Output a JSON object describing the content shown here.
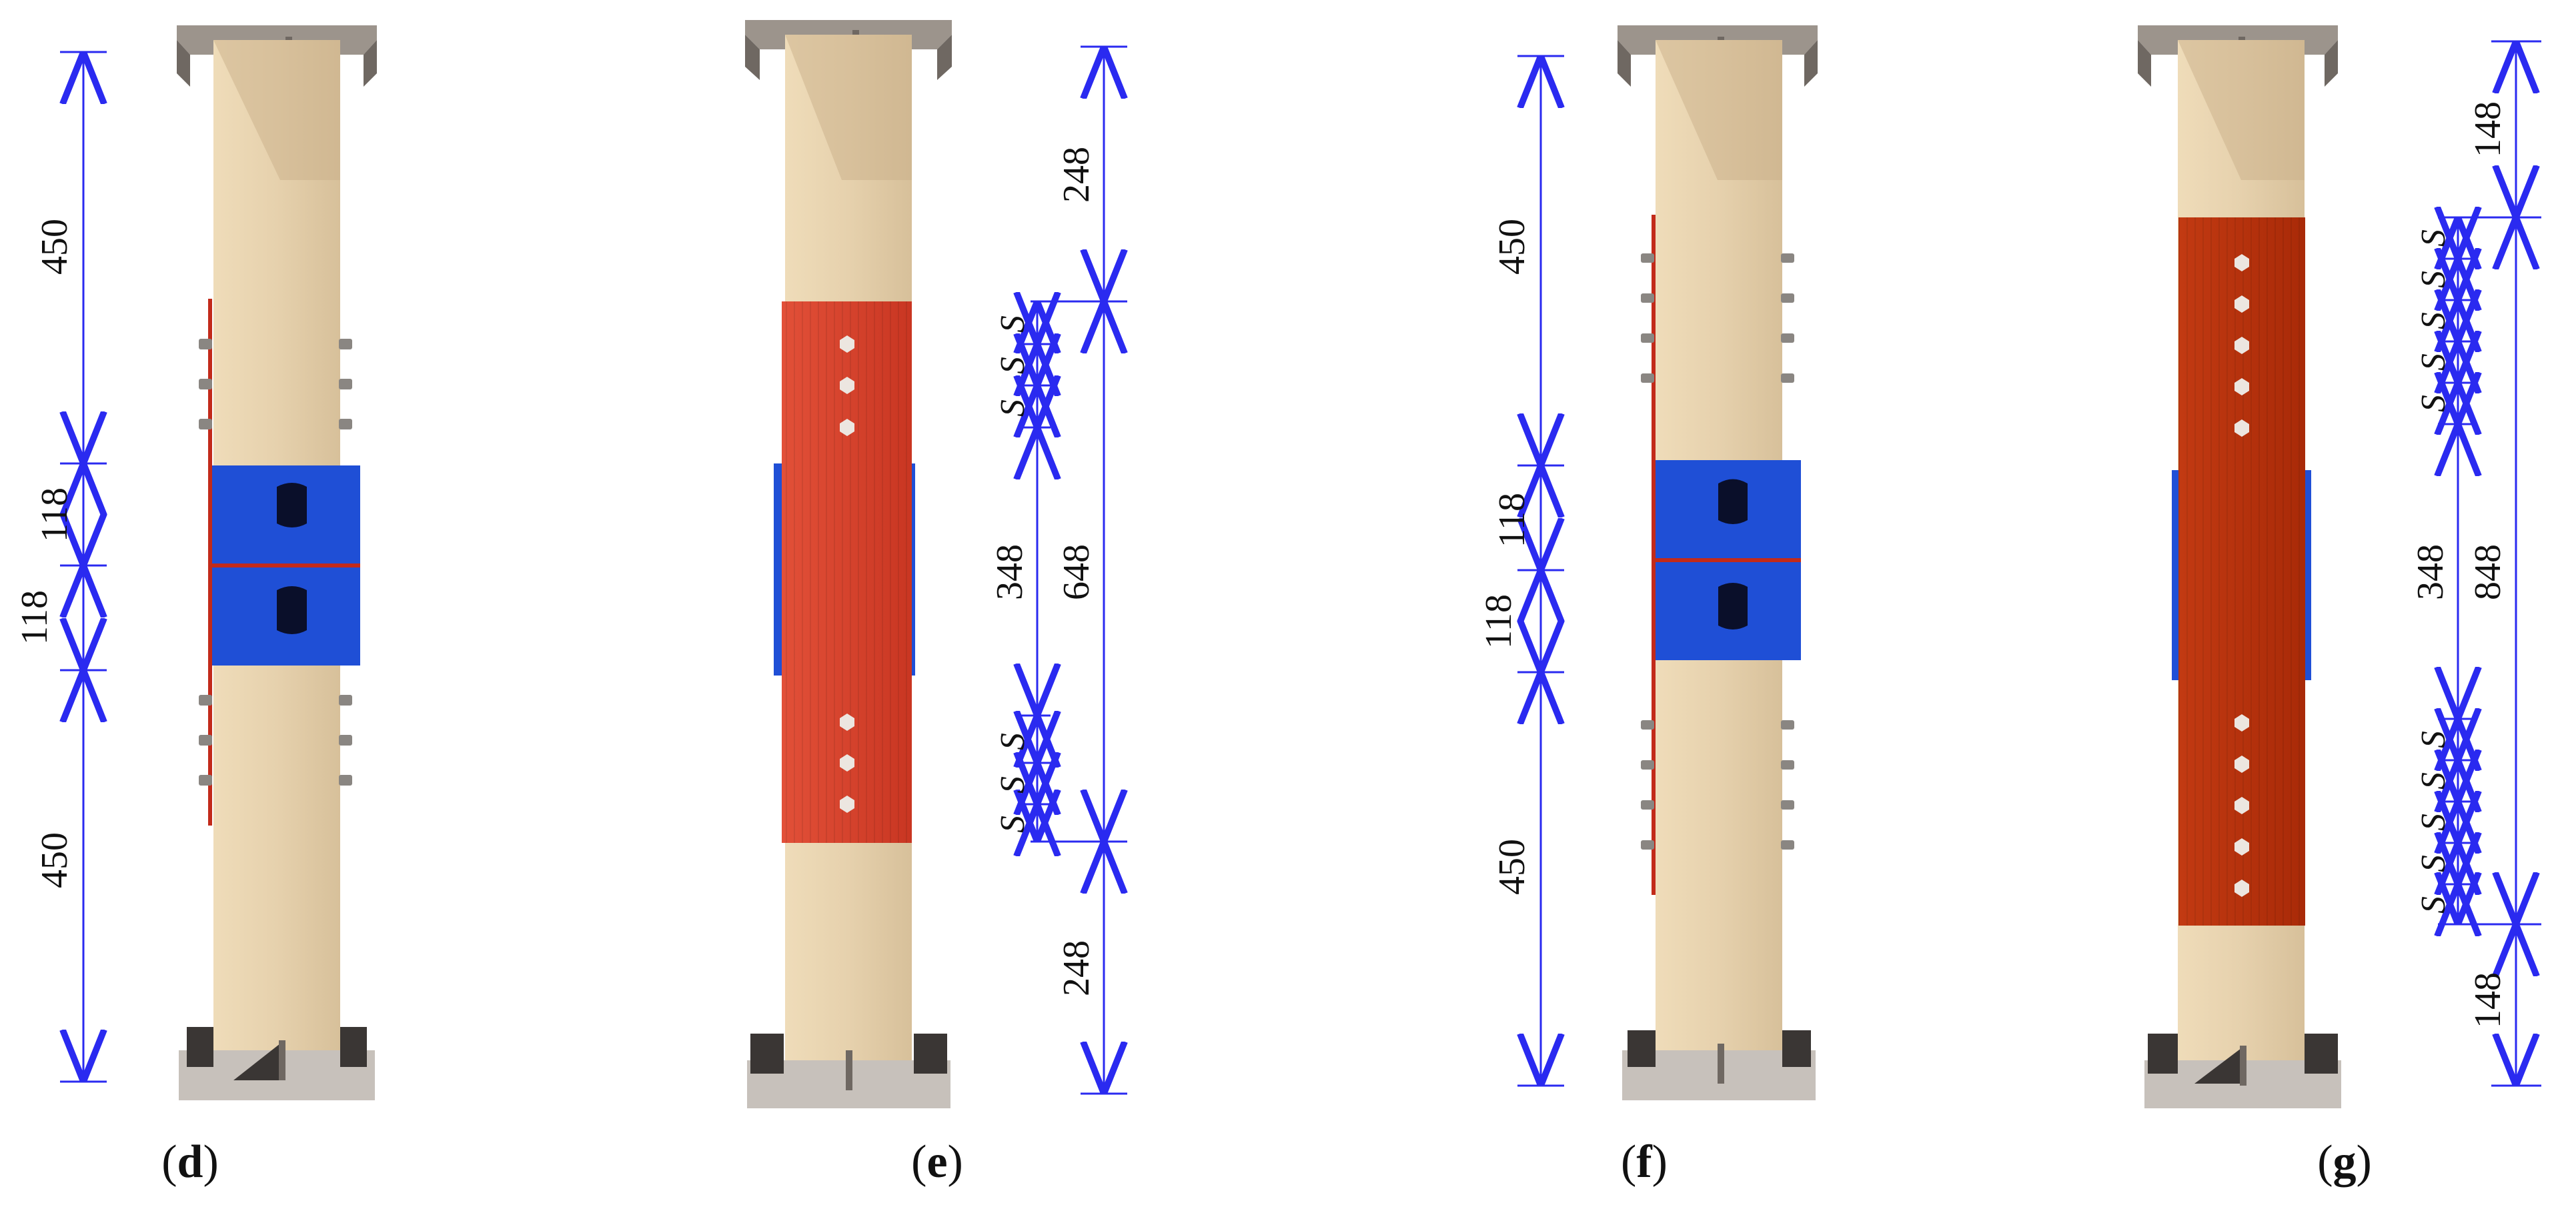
{
  "colors": {
    "dimension": "#2a2af0",
    "concrete": "#e3cfab",
    "concrete_shade": "#c9b08a",
    "steel_cap": "#9c948c",
    "steel_cap_dark": "#6f6862",
    "base_plate": "#c7c1bb",
    "blue_plate": "#1f4fd6",
    "red_plate_e": "#d8412c",
    "red_plate_g": "#b9320e",
    "red_strip": "#c22a1a",
    "bolt": "#8a8682",
    "dim_text": "#111111"
  },
  "panels": [
    {
      "id": "d",
      "label": "d",
      "dims": [
        "450",
        "118",
        "118",
        "450"
      ]
    },
    {
      "id": "e",
      "label": "e",
      "dims": [
        "248",
        "648",
        "248",
        "348"
      ],
      "spacing_symbol": "S"
    },
    {
      "id": "f",
      "label": "f",
      "dims": [
        "450",
        "118",
        "118",
        "450"
      ]
    },
    {
      "id": "g",
      "label": "g",
      "dims": [
        "148",
        "848",
        "148",
        "348"
      ],
      "spacing_symbol": "S"
    }
  ]
}
